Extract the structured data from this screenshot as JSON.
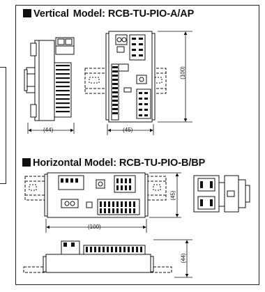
{
  "section_vertical": {
    "title_label": "Vertical",
    "title_model": "Model: RCB-TU-PIO-A/AP",
    "dim_side_width": "(44)",
    "dim_front_width": "(45)",
    "dim_height": "(100)"
  },
  "section_horizontal": {
    "title": "Horizontal Model: RCB-TU-PIO-B/BP",
    "dim_height": "(45)",
    "dim_width": "(100)",
    "dim_side_height": "(44)"
  }
}
